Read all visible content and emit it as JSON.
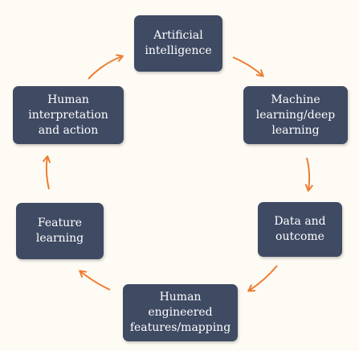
{
  "colors": {
    "background": "#fdfbf3",
    "node_fill": "#3f4a63",
    "node_text": "#ffffff",
    "arrow": "#ee7d33"
  },
  "nodes": {
    "ai": "Artificial\nintelligence",
    "ml": "Machine\nlearning/deep\nlearning",
    "data": "Data and\noutcome",
    "human_engineered": "Human engineered\nfeatures/mapping",
    "feature_learning": "Feature\nlearning",
    "interpretation": "Human\ninterpretation\nand action"
  },
  "edges": [
    {
      "from": "ai",
      "to": "ml"
    },
    {
      "from": "ml",
      "to": "data"
    },
    {
      "from": "data",
      "to": "human_engineered"
    },
    {
      "from": "human_engineered",
      "to": "feature_learning"
    },
    {
      "from": "feature_learning",
      "to": "interpretation"
    },
    {
      "from": "interpretation",
      "to": "ai"
    }
  ]
}
